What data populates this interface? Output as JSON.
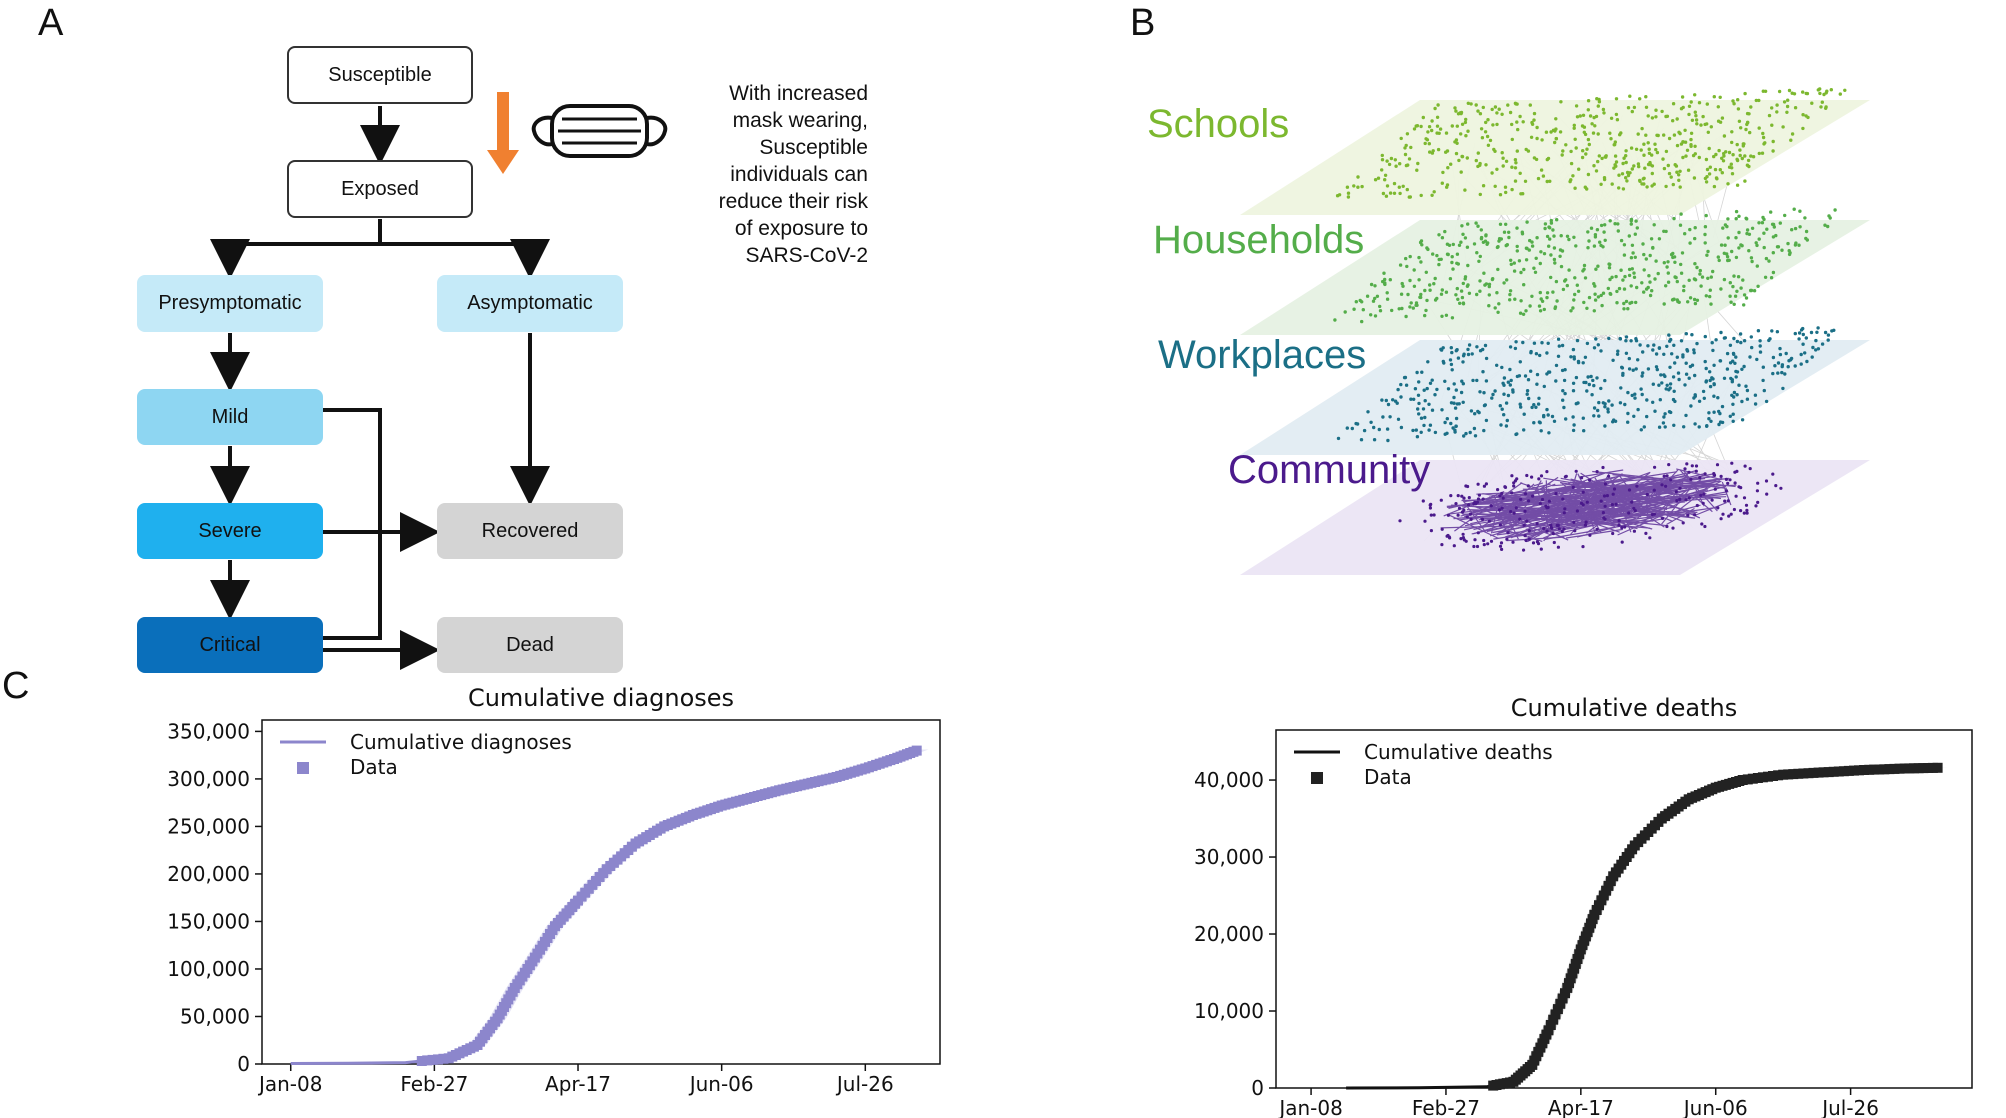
{
  "panels": {
    "a": "A",
    "b": "B",
    "c": "C"
  },
  "flow": {
    "susceptible": "Susceptible",
    "exposed": "Exposed",
    "presymptomatic": "Presymptomatic",
    "asymptomatic": "Asymptomatic",
    "mild": "Mild",
    "severe": "Severe",
    "critical": "Critical",
    "recovered": "Recovered",
    "dead": "Dead",
    "mask_note": "With increased\nmask wearing,\nSusceptible\nindividuals can\nreduce their risk\nof exposure to\nSARS-CoV-2",
    "colors": {
      "presymptomatic": "#c5eaf8",
      "asymptomatic": "#c5eaf8",
      "mild": "#8ed6f2",
      "severe": "#1fb0ee",
      "critical": "#0a6fbb",
      "grey": "#d4d4d4",
      "arrow_orange": "#f08030"
    },
    "icons": [
      "face-mask-icon",
      "orange-down-arrow-icon"
    ]
  },
  "network": {
    "layers": [
      {
        "label": "Schools",
        "color": "#7cb82f"
      },
      {
        "label": "Households",
        "color": "#54ad4a"
      },
      {
        "label": "Workplaces",
        "color": "#1b6f86"
      },
      {
        "label": "Community",
        "color": "#4b1a8c"
      }
    ]
  },
  "chart_data": [
    {
      "type": "line",
      "title": "Cumulative diagnoses",
      "series": [
        {
          "name": "Cumulative diagnoses",
          "color": "#8c86cc"
        },
        {
          "name": "Data",
          "color": "#8c86cc"
        }
      ],
      "x_ticks": [
        "Jan-08",
        "Feb-27",
        "Apr-17",
        "Jun-06",
        "Jul-26"
      ],
      "x_tick_days": [
        0,
        50,
        100,
        150,
        200
      ],
      "y_ticks": [
        0,
        50000,
        100000,
        150000,
        200000,
        250000,
        300000,
        350000
      ],
      "y_tick_labels": [
        "0",
        "50,000",
        "100,000",
        "150,000",
        "200,000",
        "250,000",
        "300,000",
        "350,000"
      ],
      "xlim": [
        -10,
        226
      ],
      "ylim": [
        0,
        362000
      ],
      "x": [
        0,
        20,
        40,
        55,
        65,
        72,
        78,
        85,
        92,
        100,
        110,
        120,
        130,
        140,
        150,
        160,
        170,
        180,
        190,
        200,
        210,
        219
      ],
      "y": [
        500,
        800,
        1500,
        6000,
        20000,
        48000,
        80000,
        112000,
        145000,
        172000,
        205000,
        232000,
        250000,
        262000,
        272000,
        280000,
        288000,
        295000,
        302000,
        311000,
        321000,
        331000
      ]
    },
    {
      "type": "line",
      "title": "Cumulative deaths",
      "series": [
        {
          "name": "Cumulative deaths",
          "color": "#111111"
        },
        {
          "name": "Data",
          "color": "#222222"
        }
      ],
      "x_ticks": [
        "Jan-08",
        "Feb-27",
        "Apr-17",
        "Jun-06",
        "Jul-26"
      ],
      "x_tick_days": [
        0,
        50,
        100,
        150,
        200
      ],
      "y_ticks": [
        0,
        10000,
        20000,
        30000,
        40000
      ],
      "y_tick_labels": [
        "0",
        "10,000",
        "20,000",
        "30,000",
        "40,000"
      ],
      "xlim": [
        -13,
        245
      ],
      "ylim": [
        0,
        46500
      ],
      "x": [
        13,
        40,
        65,
        75,
        82,
        88,
        95,
        100,
        105,
        112,
        120,
        130,
        140,
        150,
        160,
        175,
        190,
        205,
        220,
        234
      ],
      "y": [
        0,
        20,
        150,
        800,
        3000,
        7500,
        13000,
        18000,
        22500,
        27500,
        31500,
        35000,
        37500,
        39000,
        40000,
        40700,
        41000,
        41300,
        41500,
        41600
      ]
    }
  ]
}
